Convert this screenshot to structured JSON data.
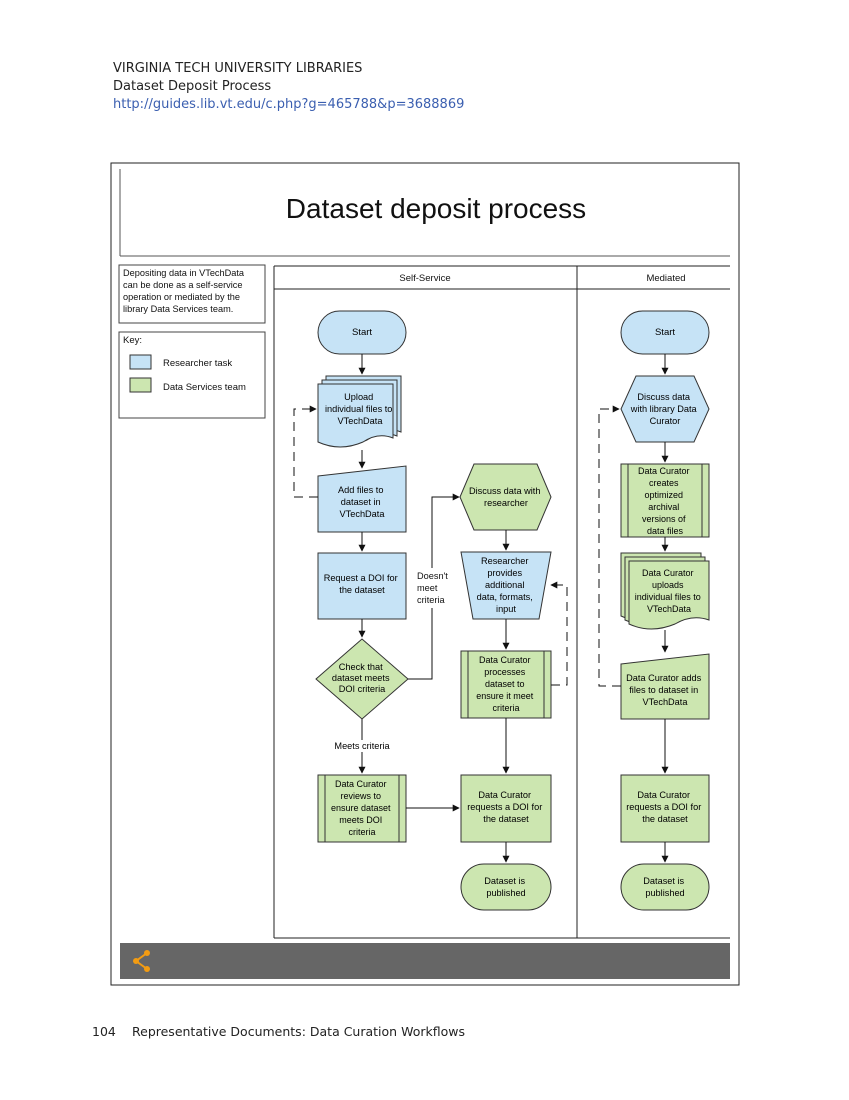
{
  "header": {
    "institution": "VIRGINIA TECH UNIVERSITY LIBRARIES",
    "document_title": "Dataset Deposit Process",
    "url": "http://guides.lib.vt.edu/c.php?g=465788&p=3688869"
  },
  "diagram": {
    "title": "Dataset deposit process",
    "intro_note": [
      "Depositing data in VTechData",
      "can be done as a self-service",
      "operation or mediated by the",
      "library Data Services team."
    ],
    "key": {
      "label": "Key:",
      "researcher": "Researcher task",
      "team": "Data Services team"
    },
    "lanes": {
      "self_service": "Self-Service",
      "mediated": "Mediated"
    },
    "colors": {
      "researcher_fill": "#c6e3f6",
      "team_fill": "#cce6b0",
      "toolbar": "#666666",
      "toolbar_icon": "#f39c12"
    },
    "self": {
      "start": "Start",
      "upload": [
        "Upload",
        "individual files to",
        "VTechData"
      ],
      "add_files": [
        "Add files to",
        "dataset in",
        "VTechData"
      ],
      "request_doi": [
        "Request a DOI for",
        "the dataset"
      ],
      "check": [
        "Check that",
        "dataset meets",
        "DOI criteria"
      ],
      "doesnt_meet": [
        "Doesn't",
        "meet",
        "criteria"
      ],
      "meets": "Meets criteria",
      "discuss": [
        "Discuss data with",
        "researcher"
      ],
      "provides": [
        "Researcher",
        "provides",
        "additional",
        "data, formats,",
        "input"
      ],
      "processes": [
        "Data Curator",
        "processes",
        "dataset to",
        "ensure it meet",
        "criteria"
      ],
      "reviews": [
        "Data Curator",
        "reviews to",
        "ensure dataset",
        "meets DOI",
        "criteria"
      ],
      "requests": [
        "Data Curator",
        "requests a DOI for",
        "the dataset"
      ],
      "published": [
        "Dataset is",
        "published"
      ]
    },
    "mediated": {
      "start": "Start",
      "discuss": [
        "Discuss data",
        "with library Data",
        "Curator"
      ],
      "creates": [
        "Data Curator",
        "creates",
        "optimized",
        "archival",
        "versions of",
        "data files"
      ],
      "uploads": [
        "Data Curator",
        "uploads",
        "individual files to",
        "VTechData"
      ],
      "adds": [
        "Data Curator adds",
        "files to dataset in",
        "VTechData"
      ],
      "requests": [
        "Data Curator",
        "requests a DOI for",
        "the dataset"
      ],
      "published": [
        "Dataset is",
        "published"
      ]
    }
  },
  "footer": {
    "page_number": "104",
    "section": "Representative Documents:  Data Curation Workflows"
  }
}
